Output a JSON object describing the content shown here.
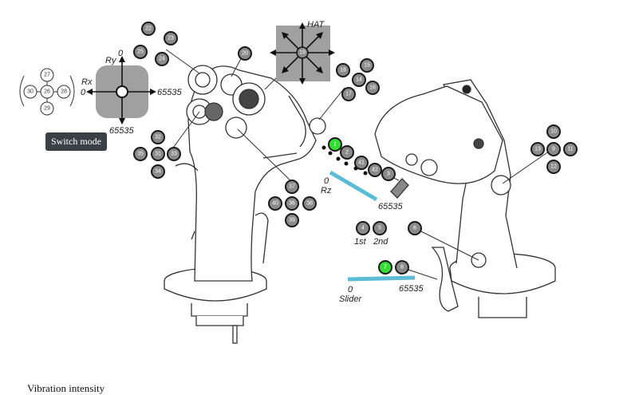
{
  "switch_mode_label": "Switch mode",
  "vibration_label": "Vibration intensity",
  "hat": {
    "title": "HAT",
    "center": "19"
  },
  "ry_rx_axis": {
    "ry_label": "Ry",
    "rx_label": "Rx",
    "ry_zero": "0",
    "rx_zero": "0",
    "rx_max": "65535",
    "ry_max": "65535"
  },
  "cross_26": {
    "up": "27",
    "left": "30",
    "center": "26",
    "right": "28",
    "down": "29"
  },
  "rz_axis": {
    "label": "Rz",
    "zero": "0",
    "max": "65535"
  },
  "slider_axis": {
    "label": "Slider",
    "zero": "0",
    "max": "65535"
  },
  "stage_labels": {
    "first": "1st",
    "second": "2nd"
  },
  "colors": {
    "button_fill": "#8a8a8a",
    "button_stroke": "#1a1a1a",
    "active_fill": "#33dd33",
    "axis_bar": "#5bbcd6",
    "hat_bg": "#a0a0a0",
    "ry_rx_bg": "#a0a0a0",
    "switch_bg": "#3b4046"
  },
  "buttons": [
    {
      "id": "22"
    },
    {
      "id": "23"
    },
    {
      "id": "24"
    },
    {
      "id": "25"
    },
    {
      "id": "20"
    },
    {
      "id": "18"
    },
    {
      "id": "15"
    },
    {
      "id": "14"
    },
    {
      "id": "16"
    },
    {
      "id": "17"
    },
    {
      "id": "32"
    },
    {
      "id": "33"
    },
    {
      "id": "31"
    },
    {
      "id": "34"
    },
    {
      "id": "35"
    },
    {
      "id": "1",
      "active": true
    },
    {
      "id": "2"
    },
    {
      "id": "41"
    },
    {
      "id": "42"
    },
    {
      "id": "3"
    },
    {
      "id": "37"
    },
    {
      "id": "40"
    },
    {
      "id": "36"
    },
    {
      "id": "38"
    },
    {
      "id": "39"
    },
    {
      "id": "4"
    },
    {
      "id": "5"
    },
    {
      "id": "6"
    },
    {
      "id": "7",
      "active": true
    },
    {
      "id": "8"
    },
    {
      "id": "10"
    },
    {
      "id": "13"
    },
    {
      "id": "9"
    },
    {
      "id": "11"
    },
    {
      "id": "12"
    }
  ]
}
